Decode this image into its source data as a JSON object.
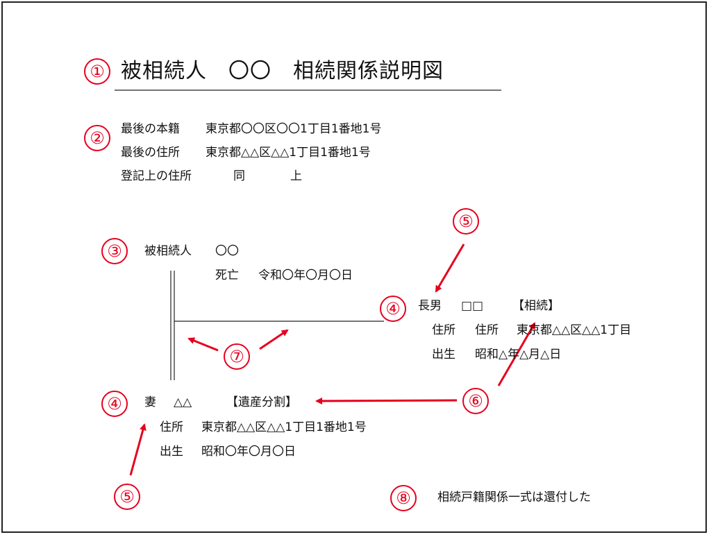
{
  "colors": {
    "accent": "#e6001e",
    "line": "#222222"
  },
  "title": {
    "text": "被相続人　〇〇　相続関係説明図"
  },
  "markers": [
    "①",
    "②",
    "③",
    "④",
    "④",
    "⑤",
    "⑤",
    "⑥",
    "⑦",
    "⑧"
  ],
  "domicile": {
    "honseki_label": "最後の本籍",
    "honseki_value": "東京都〇〇区〇〇1丁目1番地1号",
    "jusho_label": "最後の住所",
    "jusho_value": "東京都△△区△△1丁目1番地1号",
    "touki_label": "登記上の住所",
    "touki_value_1": "同",
    "touki_value_2": "上"
  },
  "decedent": {
    "label": "被相続人",
    "name": "〇〇",
    "death_label": "死亡",
    "death_date": "令和〇年〇月〇日"
  },
  "son": {
    "relation": "長男",
    "name": "□□",
    "status": "【相続】",
    "address_label_1": "住所",
    "address_label_2": "住所",
    "address": "東京都△△区△△1丁目",
    "birth_label": "出生",
    "birth_date": "昭和△年△月△日"
  },
  "wife": {
    "relation": "妻",
    "name": "△△",
    "status": "【遺産分割】",
    "address_label": "住所",
    "address": "東京都△△区△△1丁目1番地1号",
    "birth_label": "出生",
    "birth_date": "昭和〇年〇月〇日"
  },
  "note": {
    "text": "相続戸籍関係一式は還付した"
  }
}
